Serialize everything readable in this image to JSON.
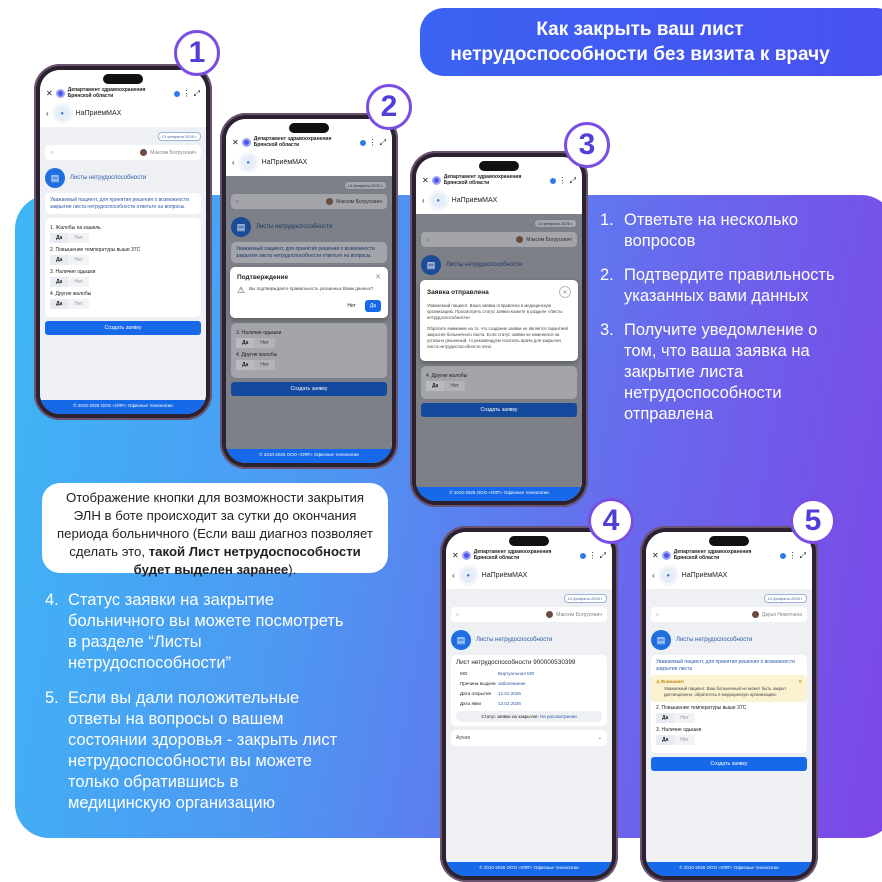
{
  "title": {
    "line1": "Как закрыть ваш лист",
    "line2": "нетрудоспособности без визита к врачу"
  },
  "steps_right": [
    {
      "num": "1.",
      "text": "Ответьте на несколько вопросов"
    },
    {
      "num": "2.",
      "text": "Подтвердите правильность указанных вами данных"
    },
    {
      "num": "3.",
      "text": "Получите уведомление о том, что ваша заявка на закрытие листа нетрудоспособности отправлена"
    }
  ],
  "steps_left": [
    {
      "num": "4.",
      "text": "Статус заявки на закрытие больничного вы можете посмотреть в разделе “Листы нетрудоспособности”"
    },
    {
      "num": "5.",
      "text": "Если вы дали положительные ответы на вопросы о вашем состоянии здоровья - закрыть лист нетрудоспособности вы можете только обратившись в медицинскую организацию"
    }
  ],
  "info": {
    "text": "Отображение кнопки для возможности закрытия ЭЛН в боте происходит за сутки до окончания периода больничного (Если ваш диагноз позволяет сделать это, ",
    "bold": "такой Лист нетрудоспособности будет выделен заранее",
    "end": ")."
  },
  "badges": [
    "1",
    "2",
    "3",
    "4",
    "5"
  ],
  "common": {
    "org": "Департамент здравоохранения Брянской области",
    "chat": "НаПриёмМАХ",
    "date": "13 февраля 2026 г.",
    "user": "Максим Богрусевич",
    "user5": "Дарья Никитовна",
    "section": "Листы нетрудоспособности",
    "intro": "Уважаемый пациент, для принятия решения о возможности закрытия листа нетрудоспособности ответьте на вопросы.",
    "intro5": "Уважаемый пациент, для принятия решения о возможности закрытия листа",
    "questions": [
      "1. Жалобы на кашель",
      "2. Повышение температуры выше 37С",
      "3. Наличие одышки",
      "4. Другие жалобы"
    ],
    "yes": "Да",
    "no": "Нет",
    "submit": "Создать заявку",
    "footer": "© 2010-2026 ООО «ОФТ» Офисные технологии"
  },
  "modal_confirm": {
    "title": "Подтверждение",
    "text": "Вы подтверждаете правильность указанных Вами данных?",
    "no": "Нет",
    "yes": "Да"
  },
  "modal_sent": {
    "title": "Заявка отправлена",
    "p1": "Уважаемый пациент. Ваша заявка отправлена в медицинскую организацию. Просмотреть статус заявки можете в разделе «Листы нетрудоспособности»",
    "p2": "Обратите внимание на то, что создание заявки не является гарантией закрытия больничного листа. Если статус заявки не изменился на успешно решенный, то рекомендуем посетить врача для закрытия листа нетрудоспособности очно."
  },
  "sick_leave": {
    "title": "Лист нетрудоспособности 900000530399",
    "rows": [
      {
        "k": "МО",
        "v": "Виртуальная МО"
      },
      {
        "k": "Причина выдачи",
        "v": "заболевание"
      },
      {
        "k": "Дата открытия",
        "v": "12.02.2026"
      },
      {
        "k": "Дата явки",
        "v": "13.02.2026"
      }
    ],
    "status_label": "Статус заявки на закрытие:",
    "status_value": "На рассмотрении",
    "archive": "Архив"
  },
  "warning": {
    "title": "Внимание!",
    "text": "Уважаемый пациент. Ваш больничный не может быть закрыт дистанционно, обратитесь в медицинскую организацию."
  },
  "colors": {
    "accent": "#1669e8",
    "badge": "#7a4ee2",
    "warning_bg": "#fbf2d2"
  }
}
